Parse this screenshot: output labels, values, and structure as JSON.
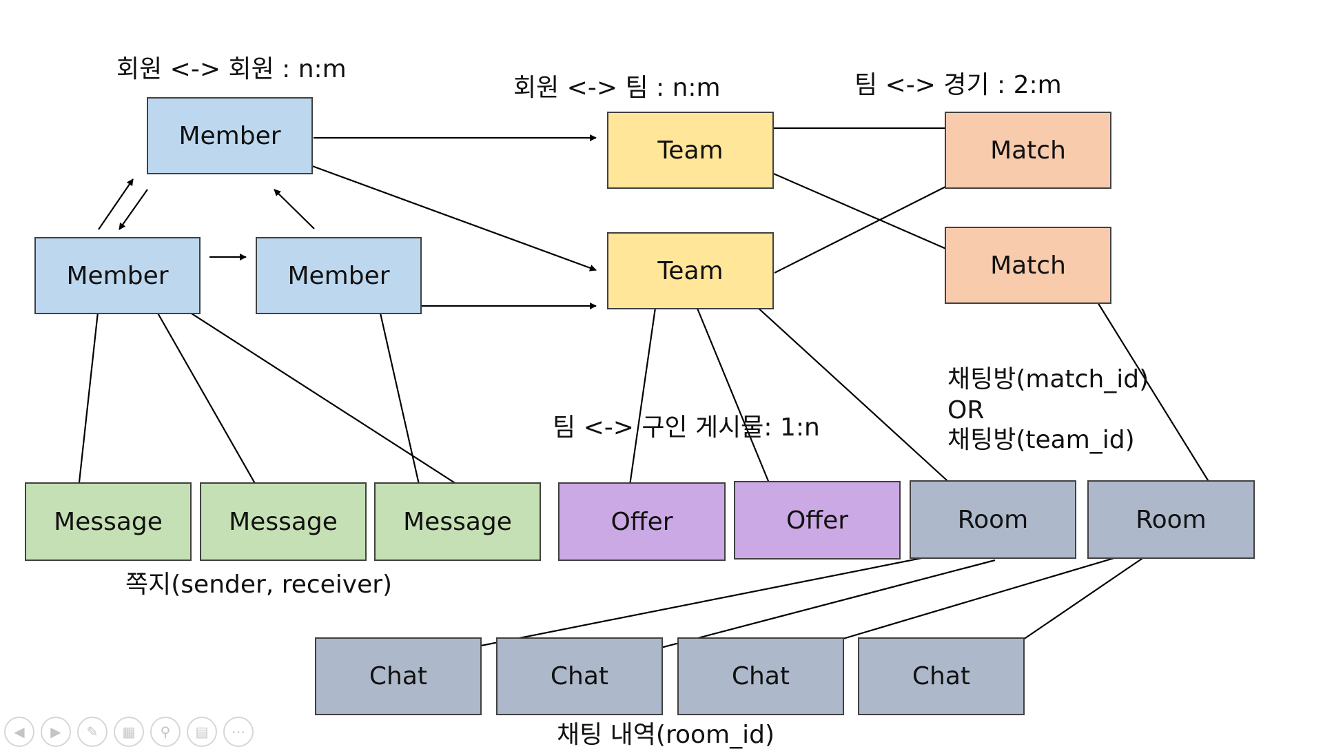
{
  "labels": {
    "member_member": "회원 <-> 회원 : n:m",
    "member_team": "회원 <-> 팀 : n:m",
    "team_match": "팀 <-> 경기 : 2:m",
    "team_offer": "팀 <-> 구인 게시물: 1:n",
    "room_line1": "채팅방(match_id)",
    "room_line2": "OR",
    "room_line3": "채팅방(team_id)",
    "message_caption": "쪽지(sender, receiver)",
    "chat_caption": "채팅 내역(room_id)"
  },
  "boxes": {
    "member_top": "Member",
    "member_left": "Member",
    "member_mid": "Member",
    "team_top": "Team",
    "team_bottom": "Team",
    "match_top": "Match",
    "match_bottom": "Match",
    "message_1": "Message",
    "message_2": "Message",
    "message_3": "Message",
    "offer_1": "Offer",
    "offer_2": "Offer",
    "room_1": "Room",
    "room_2": "Room",
    "chat_1": "Chat",
    "chat_2": "Chat",
    "chat_3": "Chat",
    "chat_4": "Chat"
  },
  "colors": {
    "member": "#bdd7ee",
    "team": "#ffe699",
    "match": "#f8cbad",
    "message": "#c5e0b4",
    "offer": "#cba9e5",
    "room": "#adb9ca",
    "chat": "#adb9ca"
  },
  "toolbar": [
    "previous-icon",
    "next-icon",
    "pen-icon",
    "slides-icon",
    "zoom-icon",
    "subtitles-icon",
    "more-icon"
  ]
}
